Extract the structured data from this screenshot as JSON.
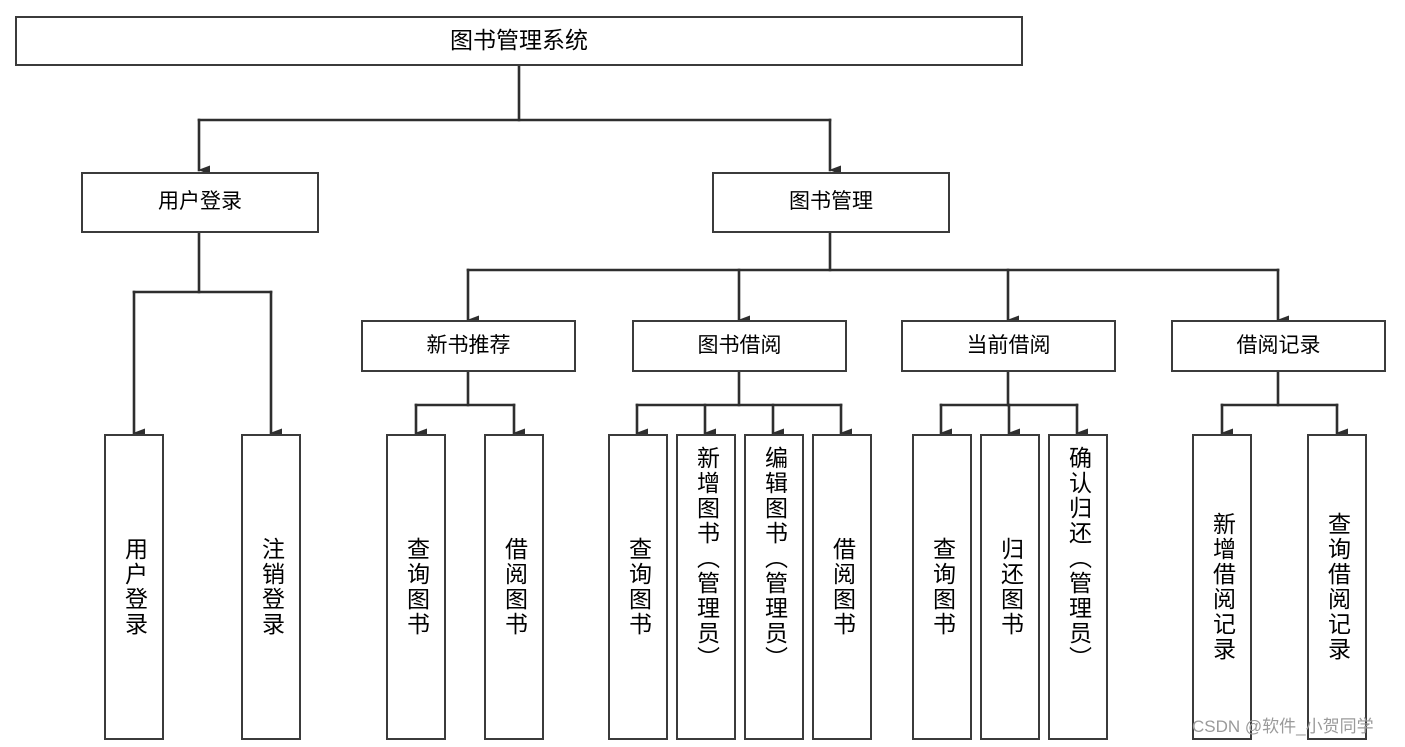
{
  "diagram": {
    "type": "tree-hierarchy",
    "title": "图书管理系统",
    "orientation": "top-down",
    "background_color": "#ffffff",
    "line_color": "#3b3b3b",
    "box_border_color": "#3b3b3b",
    "box_fill_color": "#ffffff",
    "text_color": "#000000",
    "nodes": {
      "root": {
        "label": "图书管理系统",
        "level": 1
      },
      "level2": [
        {
          "id": "user-login",
          "label": "用户登录"
        },
        {
          "id": "book-management",
          "label": "图书管理"
        }
      ],
      "level3": [
        {
          "id": "new-book-recommend",
          "label": "新书推荐",
          "parent": "book-management"
        },
        {
          "id": "book-borrow",
          "label": "图书借阅",
          "parent": "book-management"
        },
        {
          "id": "current-borrow",
          "label": "当前借阅",
          "parent": "book-management"
        },
        {
          "id": "borrow-record",
          "label": "借阅记录",
          "parent": "book-management"
        }
      ],
      "leaves": [
        {
          "id": "leaf-user-login",
          "label": "用户登录",
          "parent": "user-login"
        },
        {
          "id": "leaf-logout-login",
          "label": "注销登录",
          "parent": "user-login"
        },
        {
          "id": "leaf-query-book-1",
          "label": "查询图书",
          "parent": "new-book-recommend"
        },
        {
          "id": "leaf-borrow-book-1",
          "label": "借阅图书",
          "parent": "new-book-recommend"
        },
        {
          "id": "leaf-query-book-2",
          "label": "查询图书",
          "parent": "book-borrow"
        },
        {
          "id": "leaf-add-book",
          "label": "新增图书（管理员）",
          "parent": "book-borrow"
        },
        {
          "id": "leaf-edit-book",
          "label": "编辑图书（管理员）",
          "parent": "book-borrow"
        },
        {
          "id": "leaf-borrow-book-2",
          "label": "借阅图书",
          "parent": "book-borrow"
        },
        {
          "id": "leaf-query-book-3",
          "label": "查询图书",
          "parent": "current-borrow"
        },
        {
          "id": "leaf-return-book",
          "label": "归还图书",
          "parent": "current-borrow"
        },
        {
          "id": "leaf-confirm-return",
          "label": "确认归还（管理员）",
          "parent": "current-borrow"
        },
        {
          "id": "leaf-add-borrow-record",
          "label": "新增借阅记录",
          "parent": "borrow-record"
        },
        {
          "id": "leaf-query-borrow-record",
          "label": "查询借阅记录",
          "parent": "borrow-record"
        }
      ]
    }
  },
  "watermark": {
    "text": "CSDN @软件_小贺同学"
  }
}
